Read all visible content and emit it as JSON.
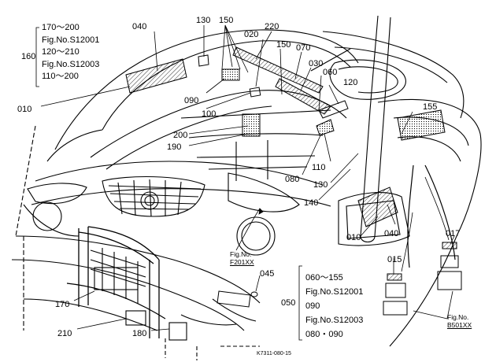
{
  "parts": {
    "p040a": "040",
    "p130a": "130",
    "p150a": "150",
    "p020": "020",
    "p220": "220",
    "p150b": "150",
    "p070": "070",
    "p030": "030",
    "p060": "060",
    "p120": "120",
    "p155": "155",
    "p010a": "010",
    "p090": "090",
    "p100": "100",
    "p200": "200",
    "p190": "190",
    "p080": "080",
    "p110": "110",
    "p130b": "130",
    "p140": "140",
    "p010b": "010",
    "p040b": "040",
    "p017": "017",
    "p015": "015",
    "p045": "045",
    "p170": "170",
    "p210": "210",
    "p180": "180",
    "p160": "160",
    "p050": "050"
  },
  "group160": [
    "170～200",
    "Fig.No.S12001",
    "120～210",
    "Fig.No.S12003",
    "110～200"
  ],
  "group050": [
    "060～155",
    "Fig.No.S12001",
    "090",
    "Fig.No.S12003",
    "080・090"
  ],
  "refs": {
    "f201_line1": "Fig.No.",
    "f201_line2": "F201XX",
    "b501_line1": "Fig.No.",
    "b501_line2": "B501XX"
  },
  "drawing_code": "K7311-080-15"
}
